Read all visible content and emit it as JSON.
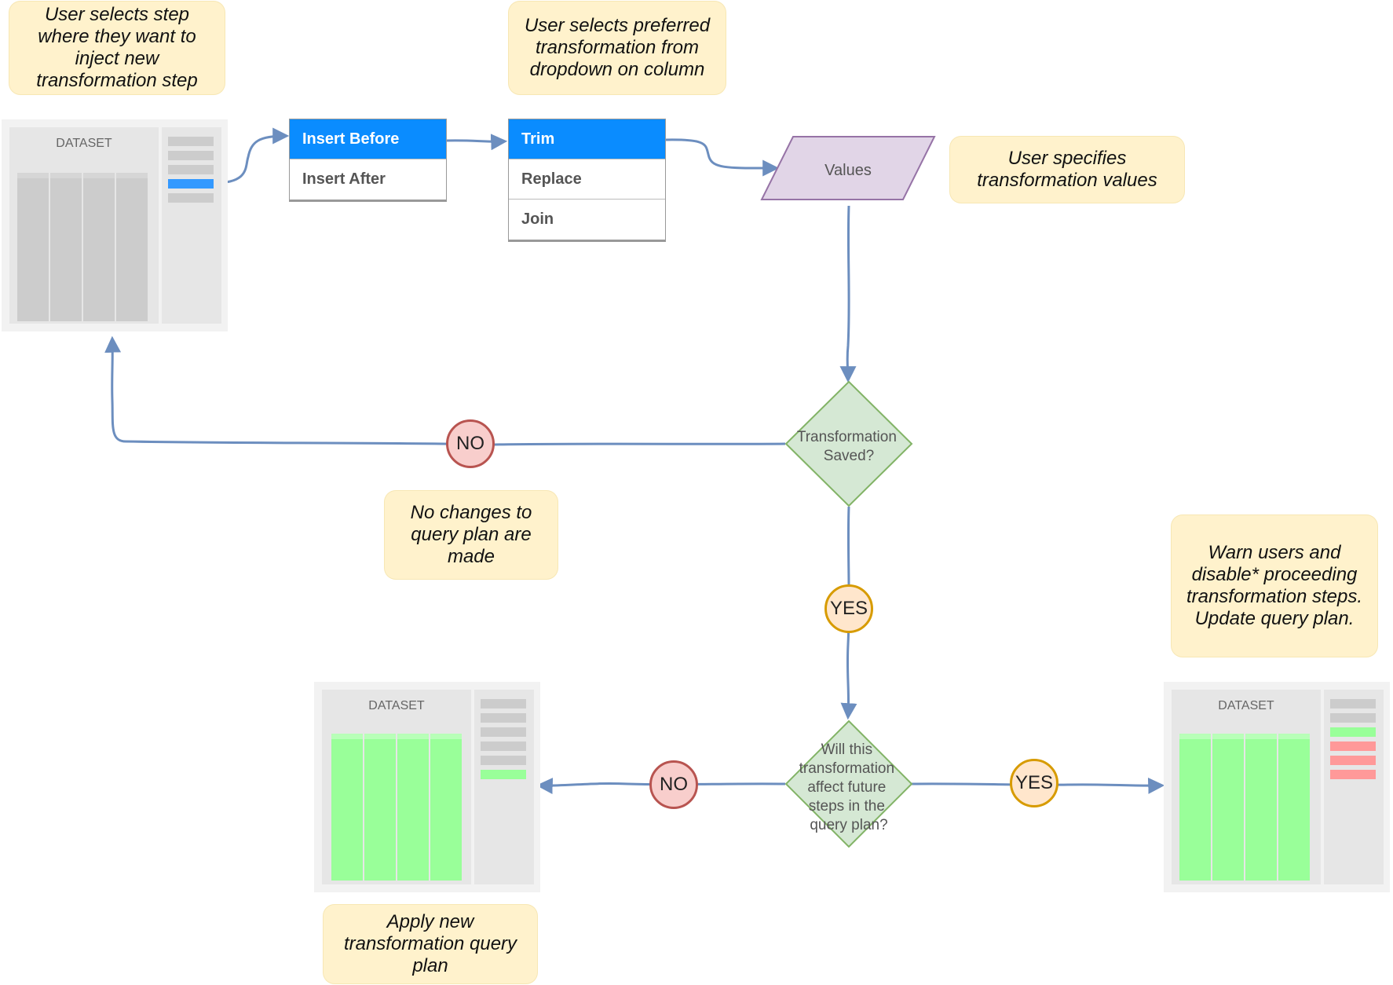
{
  "notes": {
    "select_step": "User selects step where they want to inject new transformation step",
    "select_transformation": "User selects preferred transformation from dropdown on column",
    "specify_values": "User specifies transformation values",
    "no_changes": "No changes to query plan are made",
    "warn_users": "Warn users and disable* proceeding transformation steps. Update query plan.",
    "apply_plan": "Apply new transformation query plan"
  },
  "panels": {
    "dataset_label": "DATASET"
  },
  "insert_menu": {
    "items": [
      {
        "label": "Insert Before",
        "active": true
      },
      {
        "label": "Insert After",
        "active": false
      }
    ]
  },
  "transform_menu": {
    "items": [
      {
        "label": "Trim",
        "active": true
      },
      {
        "label": "Replace",
        "active": false
      },
      {
        "label": "Join",
        "active": false
      }
    ]
  },
  "values_shape": {
    "label": "Values"
  },
  "decisions": {
    "saved": "Transformation Saved?",
    "affect_future": "Will this transformation affect future steps in the query plan?"
  },
  "edge_labels": {
    "no": "NO",
    "yes": "YES"
  },
  "colors": {
    "accent_blue": "#0a8cff",
    "connector": "#6c8ebf",
    "note_fill": "#fff2cc",
    "decision_fill": "#d5e8d4",
    "decision_stroke": "#82b366",
    "data_fill": "#e1d5e7",
    "data_stroke": "#9673a6",
    "no_fill": "#f8cecc",
    "no_stroke": "#b85450",
    "yes_fill": "#ffe6cc",
    "yes_stroke": "#d79b00",
    "changed_green": "#99ff99",
    "disabled_red": "#ff9999"
  }
}
